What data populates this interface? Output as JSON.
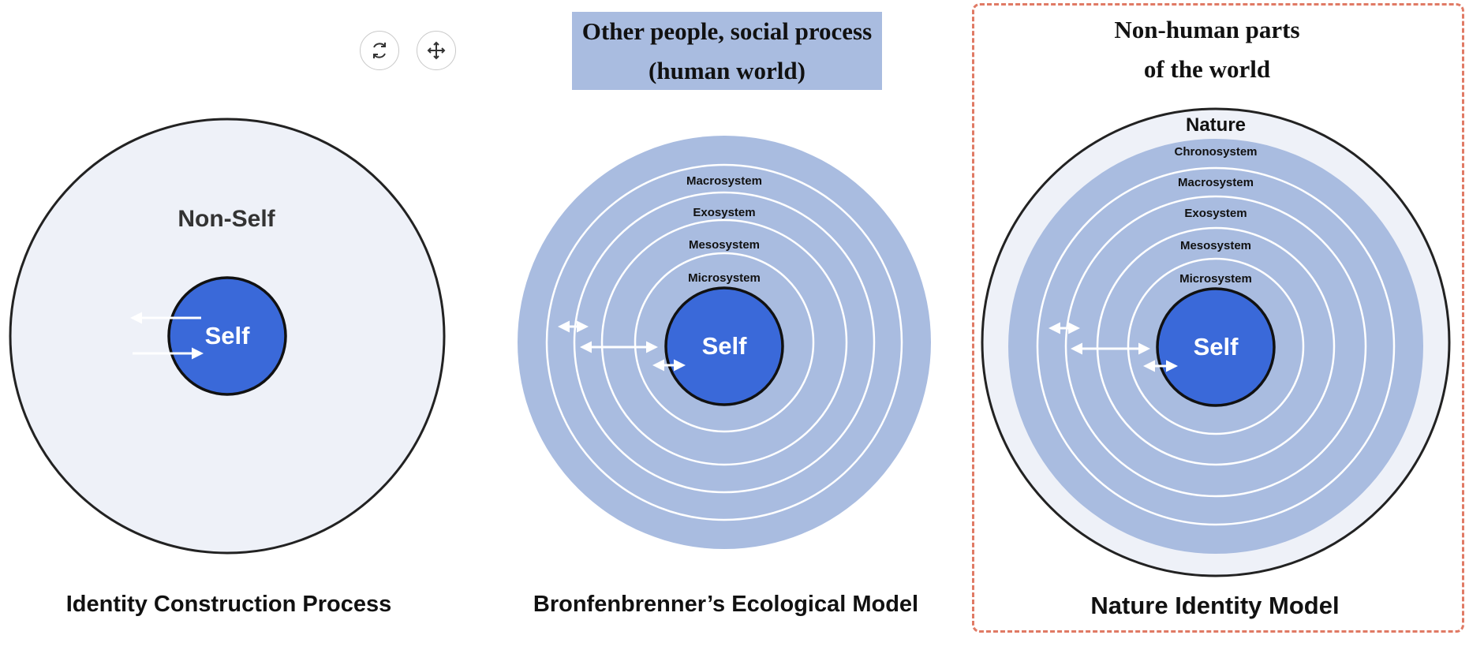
{
  "toolbar": {
    "rotate_icon": "rotate-icon",
    "move_icon": "move-icon"
  },
  "panel1": {
    "outer_label": "Non-Self",
    "self_label": "Self",
    "caption": "Identity Construction Process"
  },
  "panel2": {
    "header_line1": "Other people, social process",
    "header_line2": "(human world)",
    "self_label": "Self",
    "rings": [
      "Macrosystem",
      "Exosystem",
      "Mesosystem",
      "Microsystem"
    ],
    "caption": "Bronfenbrenner’s Ecological Model"
  },
  "panel3": {
    "header_line1": "Non-human parts",
    "header_line2": "of the world",
    "nature_label": "Nature",
    "self_label": "Self",
    "rings": [
      "Chronosystem",
      "Macrosystem",
      "Exosystem",
      "Mesosystem",
      "Microsystem"
    ],
    "caption": "Nature Identity Model"
  },
  "colors": {
    "self_fill": "#3a69d9",
    "ring_fill": "#a9bce0",
    "outer_fill": "#eef1f8",
    "frame_dash": "#e07a65"
  }
}
